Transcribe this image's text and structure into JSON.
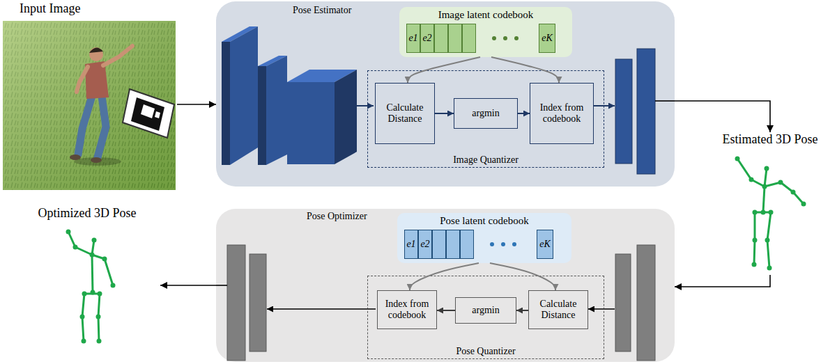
{
  "diagram": {
    "nodes": [
      {
        "text": [
          "Input Image"
        ]
      },
      {
        "text": [
          "Pose Estimator"
        ]
      },
      {
        "text": [
          "Image latent codebook",
          "e1",
          "e2",
          "eK"
        ],
        "in": 1
      },
      {
        "text": [
          "Image Quantizer"
        ],
        "in": 1
      },
      {
        "text": [
          "Calculate Distance"
        ],
        "in": 3
      },
      {
        "text": [
          "argmin"
        ],
        "in": 3
      },
      {
        "text": [
          "Index from codebook"
        ],
        "in": 3
      },
      {
        "text": [
          "Estimated 3D Pose"
        ]
      },
      {
        "text": [
          "Optimized 3D Pose"
        ]
      },
      {
        "text": [
          "Pose Optimizer"
        ]
      },
      {
        "text": [
          "Pose latent codebook",
          "e1",
          "e2",
          "eK"
        ],
        "in": 9
      },
      {
        "text": [
          "Pose Quantizer"
        ],
        "in": 9
      },
      {
        "text": [
          "Index from codebook"
        ],
        "in": 11
      },
      {
        "text": [
          "argmin"
        ],
        "in": 11
      },
      {
        "text": [
          "Calculate Distance"
        ],
        "in": 11
      }
    ],
    "edges": [
      {
        "from": 0,
        "to": 1,
        "arrow": "to"
      },
      {
        "from": 4,
        "to": 5,
        "arrow": "to"
      },
      {
        "from": 5,
        "to": 6,
        "arrow": "to"
      },
      {
        "from": 2,
        "to": 4,
        "arrow": "to"
      },
      {
        "from": 2,
        "to": 6,
        "arrow": "to"
      },
      {
        "from": 1,
        "to": 7,
        "arrow": "to"
      },
      {
        "from": 7,
        "to": 9,
        "arrow": "to"
      },
      {
        "from": 14,
        "to": 13,
        "arrow": "to"
      },
      {
        "from": 13,
        "to": 12,
        "arrow": "to"
      },
      {
        "from": 10,
        "to": 14,
        "arrow": "to"
      },
      {
        "from": 10,
        "to": 12,
        "arrow": "to"
      },
      {
        "from": 9,
        "to": 8,
        "arrow": "to"
      }
    ]
  }
}
